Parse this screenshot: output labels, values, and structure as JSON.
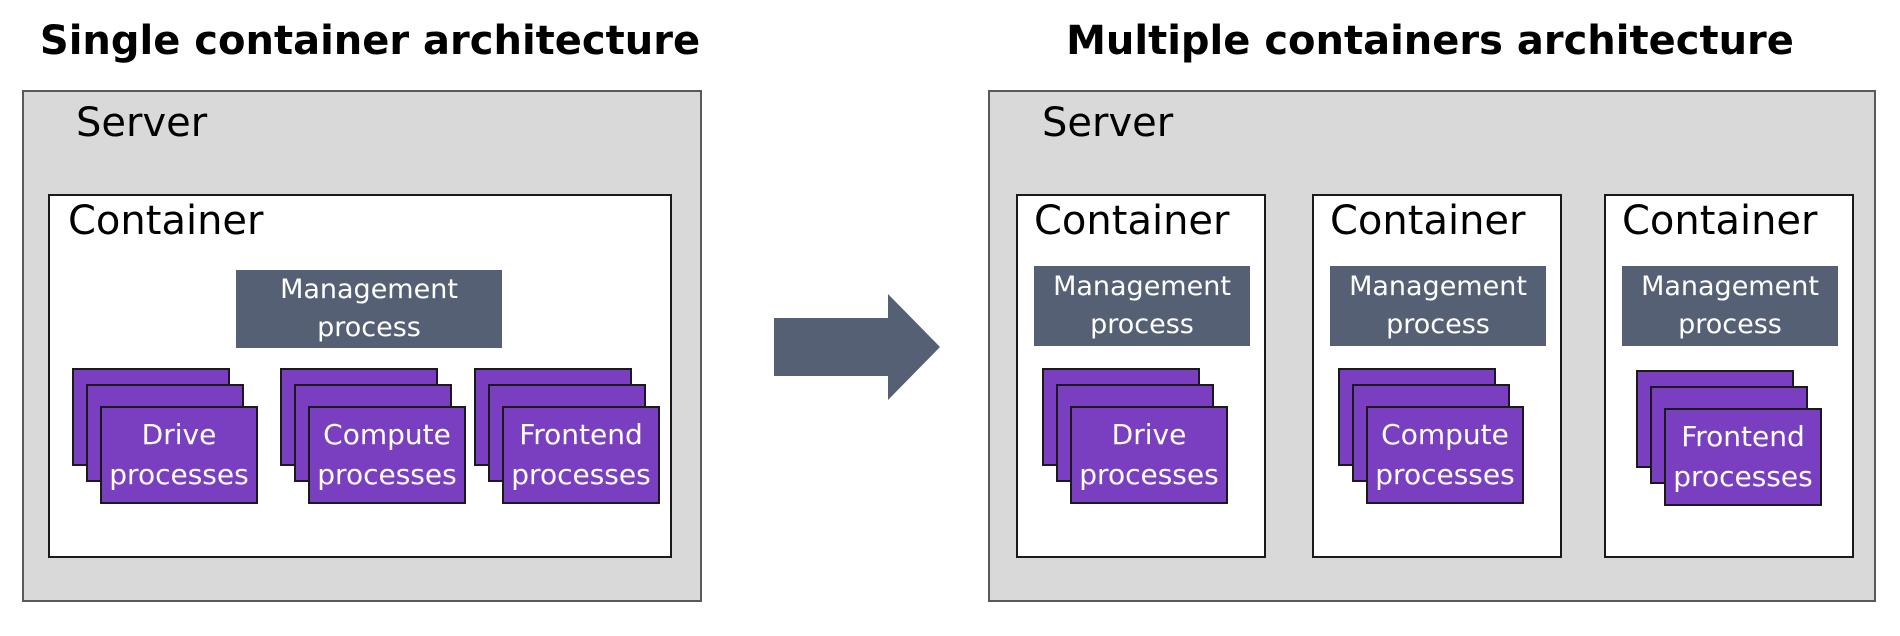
{
  "left": {
    "title": "Single container architecture",
    "server_label": "Server",
    "container_label": "Container",
    "management": {
      "line1": "Management",
      "line2": "process"
    },
    "groups": [
      {
        "line1": "Drive",
        "line2": "processes"
      },
      {
        "line1": "Compute",
        "line2": "processes"
      },
      {
        "line1": "Frontend",
        "line2": "processes"
      }
    ]
  },
  "right": {
    "title": "Multiple containers architecture",
    "server_label": "Server",
    "containers": [
      {
        "label": "Container",
        "mgmt_line1": "Management",
        "mgmt_line2": "process",
        "proc_line1": "Drive",
        "proc_line2": "processes"
      },
      {
        "label": "Container",
        "mgmt_line1": "Management",
        "mgmt_line2": "process",
        "proc_line1": "Compute",
        "proc_line2": "processes"
      },
      {
        "label": "Container",
        "mgmt_line1": "Management",
        "mgmt_line2": "process",
        "proc_line1": "Frontend",
        "proc_line2": "processes"
      }
    ]
  },
  "colors": {
    "server_fill": "#d9d9d9",
    "management_fill": "#566075",
    "process_fill": "#7a3fc1",
    "arrow_fill": "#566075"
  },
  "icons": {
    "transition": "right-arrow-icon"
  }
}
